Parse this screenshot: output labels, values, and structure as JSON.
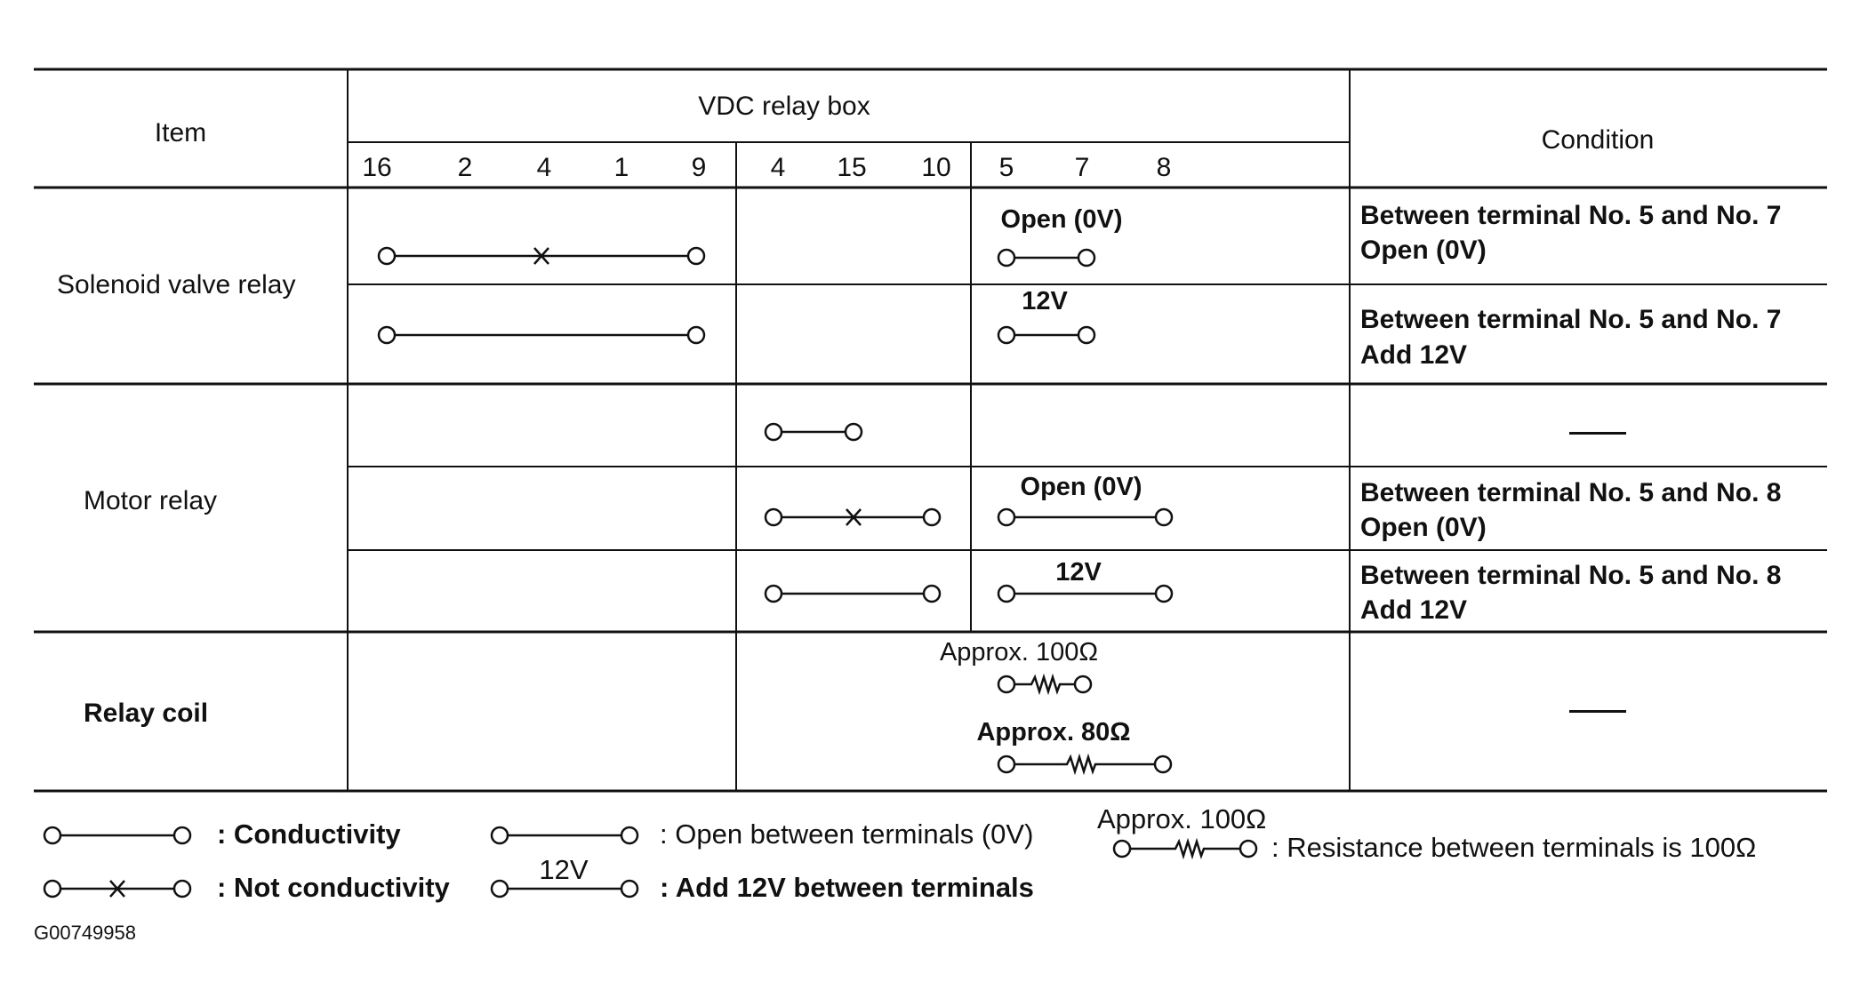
{
  "header": {
    "item": "Item",
    "relay_box": "VDC relay box",
    "condition": "Condition",
    "terminals": [
      "16",
      "2",
      "4",
      "1",
      "9",
      "4",
      "15",
      "10",
      "5",
      "7",
      "8"
    ]
  },
  "rows": {
    "solenoid": {
      "item": "Solenoid valve relay",
      "open_label": "Open (0V)",
      "v12_label": "12V",
      "cond1_line1": "Between terminal No. 5 and No. 7",
      "cond1_line2": "Open (0V)",
      "cond2_line1": "Between terminal No. 5 and No. 7",
      "cond2_line2": "Add 12V"
    },
    "motor": {
      "item": "Motor relay",
      "cond0": "—",
      "open_label": "Open (0V)",
      "v12_label": "12V",
      "cond1_line1": "Between terminal No. 5 and No. 8",
      "cond1_line2": "Open (0V)",
      "cond2_line1": "Between terminal No. 5 and No. 8",
      "cond2_line2": "Add 12V"
    },
    "coil": {
      "item": "Relay coil",
      "approx100": "Approx. 100Ω",
      "approx80": "Approx. 80Ω",
      "cond": "—"
    }
  },
  "legend": {
    "conductivity": ": Conductivity",
    "not_conductivity": ": Not conductivity",
    "open_between": ": Open between terminals (0V)",
    "add12": ": Add 12V between terminals",
    "v12": "12V",
    "approx100": "Approx. 100Ω",
    "resistance": ": Resistance between terminals is 100Ω"
  },
  "figure_code": "G00749958"
}
